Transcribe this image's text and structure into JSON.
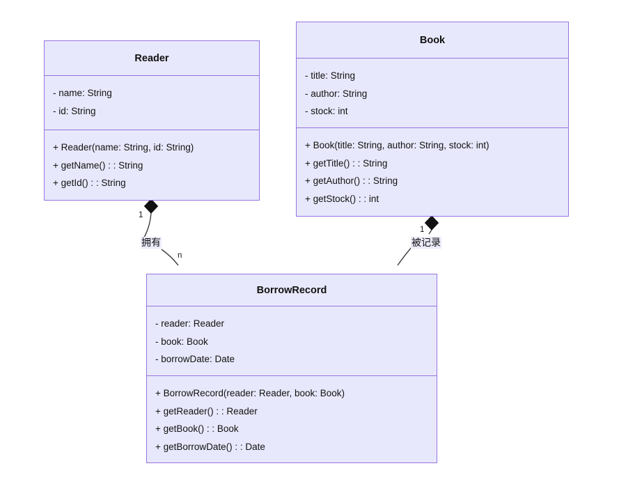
{
  "diagram": {
    "type": "uml-class-diagram",
    "background": "#ffffff",
    "class_fill": "#e8e8fc",
    "class_border": "#9673e0",
    "edge_color": "#3d3d3d",
    "label_background": "#ecebfa"
  },
  "classes": {
    "reader": {
      "name": "Reader",
      "attributes": [
        "- name: String",
        "- id: String"
      ],
      "methods": [
        "+ Reader(name: String, id: String)",
        "+ getName() : : String",
        "+ getId() : : String"
      ]
    },
    "book": {
      "name": "Book",
      "attributes": [
        "- title: String",
        "- author: String",
        "- stock: int"
      ],
      "methods": [
        "+ Book(title: String, author: String, stock: int)",
        "+ getTitle() : : String",
        "+ getAuthor() : : String",
        "+ getStock() : : int"
      ]
    },
    "borrowrecord": {
      "name": "BorrowRecord",
      "attributes": [
        "- reader: Reader",
        "- book: Book",
        "- borrowDate: Date"
      ],
      "methods": [
        "+ BorrowRecord(reader: Reader, book: Book)",
        "+ getReader() : : Reader",
        "+ getBook() : : Book",
        "+ getBorrowDate() : : Date"
      ]
    }
  },
  "relationships": {
    "reader_borrowrecord": {
      "label": "拥有",
      "source_multiplicity": "1",
      "target_multiplicity": "n",
      "kind": "composition"
    },
    "book_borrowrecord": {
      "label": "被记录",
      "source_multiplicity": "1",
      "target_multiplicity": "",
      "kind": "composition"
    }
  }
}
